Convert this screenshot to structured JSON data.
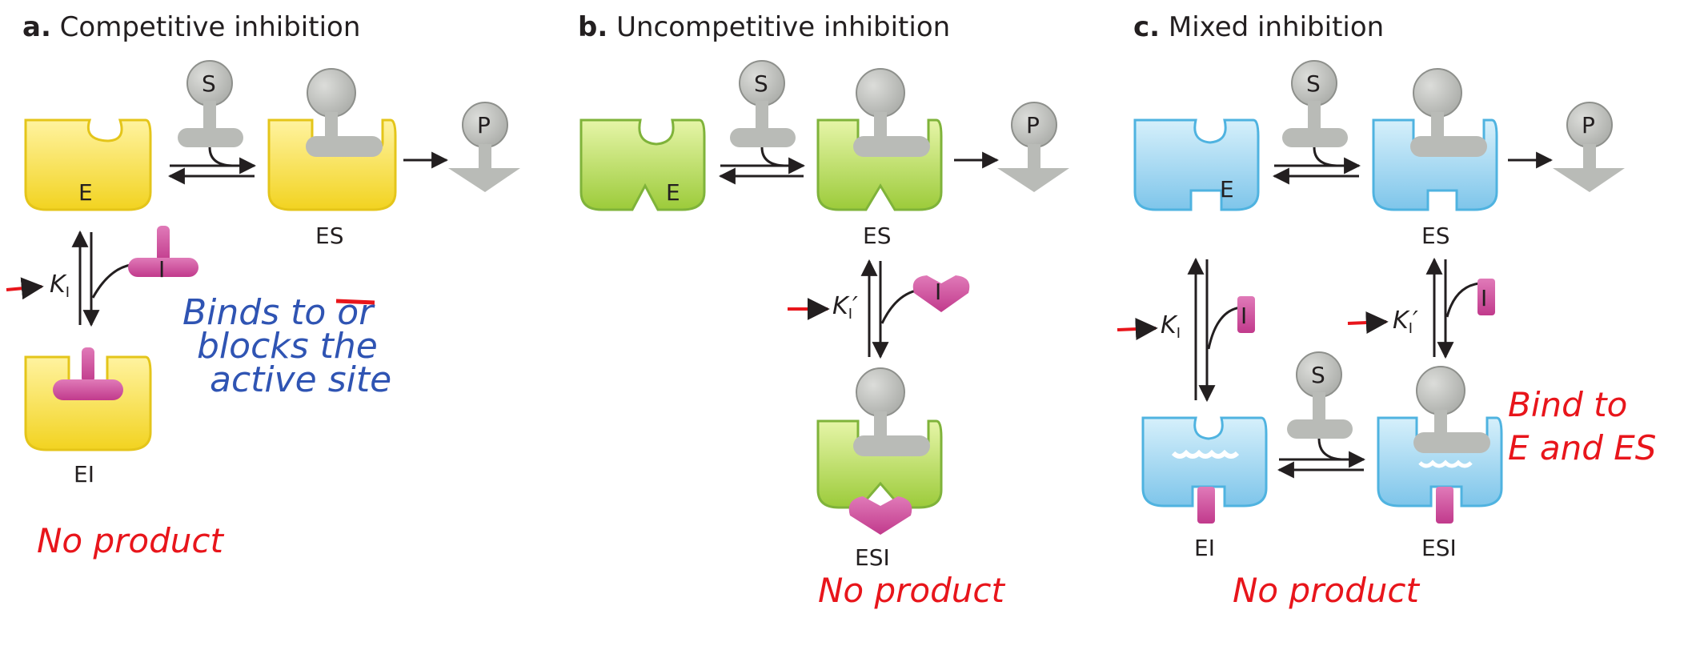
{
  "titles": {
    "a_letter": "a.",
    "a_text": "Competitive inhibition",
    "b_letter": "b.",
    "b_text": "Uncompetitive inhibition",
    "c_letter": "c.",
    "c_text": "Mixed inhibition"
  },
  "labels": {
    "E": "E",
    "ES": "ES",
    "EI": "EI",
    "ESI": "ESI",
    "S": "S",
    "P": "P",
    "I": "I",
    "K": "K",
    "K_sub": "I",
    "K_prime": "′"
  },
  "annotations": {
    "a_note_line1": "Binds to or",
    "a_note_line2": "blocks the",
    "a_note_line3": "active site",
    "no_product": "No product",
    "c_note_line1": "Bind to",
    "c_note_line2": "E and ES"
  },
  "colors": {
    "yellow": "#f7df3c",
    "green": "#a8d44a",
    "blue": "#8fd0ee",
    "gray": "#b9bbb7",
    "magenta": "#d1449b",
    "red": "#e8151b",
    "blue_ink": "#2f54b3"
  }
}
